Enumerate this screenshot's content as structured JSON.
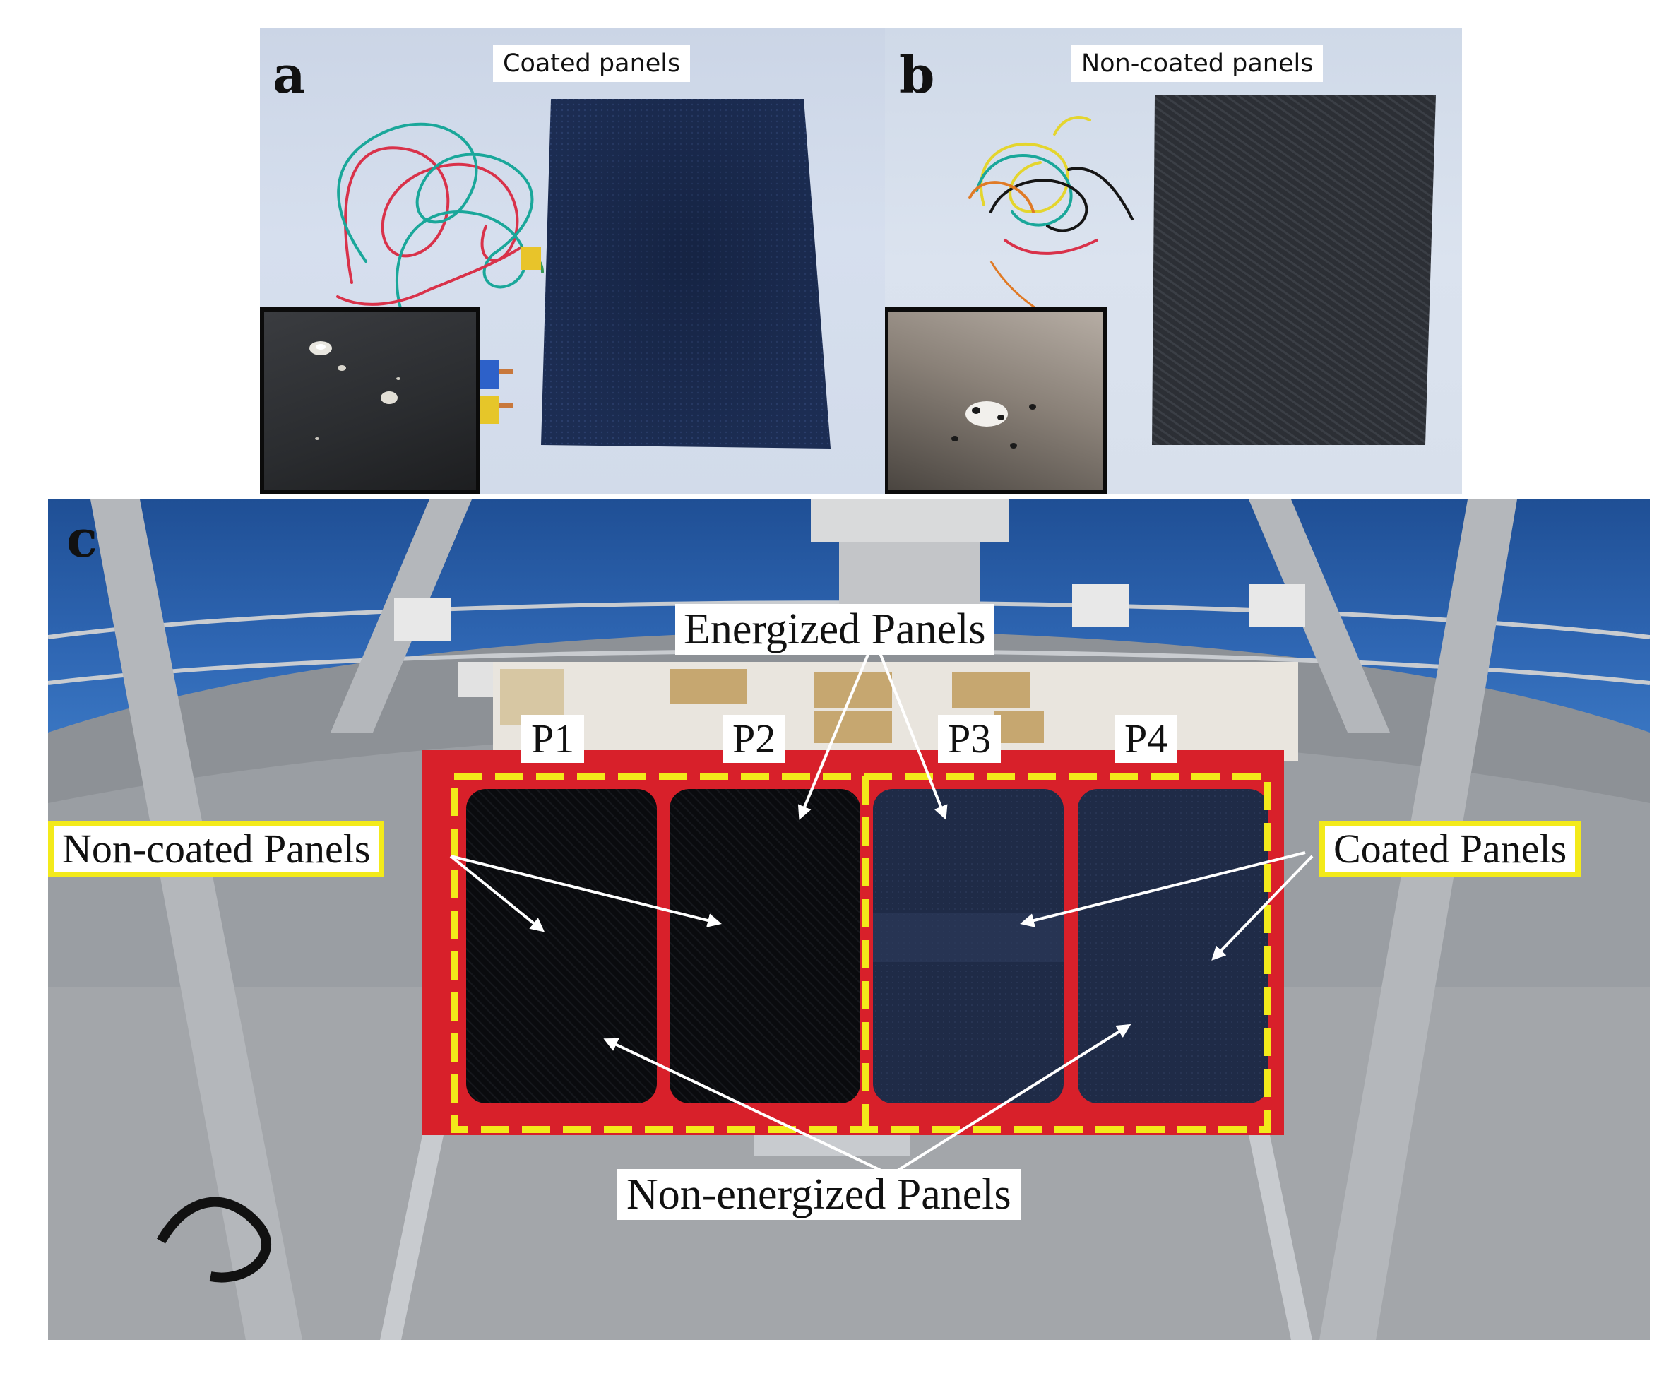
{
  "panel_a": {
    "letter": "a",
    "caption": "Coated panels"
  },
  "panel_b": {
    "letter": "b",
    "caption": "Non-coated panels"
  },
  "panel_c": {
    "letter": "c",
    "labels": {
      "energized": "Energized Panels",
      "non_energized": "Non-energized Panels",
      "non_coated": "Non-coated Panels",
      "coated": "Coated Panels",
      "p1": "P1",
      "p2": "P2",
      "p3": "P3",
      "p4": "P4"
    }
  },
  "colors": {
    "frame_red": "#d8202a",
    "dashed_yellow": "#f3ea1a",
    "label_border_yellow": "#f3ea1a",
    "arrow_white": "#ffffff",
    "coated_panel": "#1f2f52",
    "non_coated_panel": "#0d0f14"
  }
}
